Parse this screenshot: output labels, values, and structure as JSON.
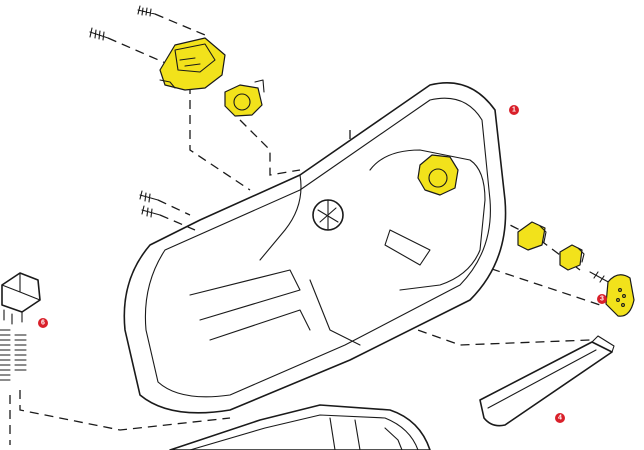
{
  "colors": {
    "highlight": "#f2e21b",
    "callout": "#d9202a",
    "line": "#1a1a1a"
  },
  "callouts": [
    {
      "id": "1",
      "label": "1"
    },
    {
      "id": "3",
      "label": "3"
    },
    {
      "id": "4",
      "label": "4"
    },
    {
      "id": "6",
      "label": "6"
    }
  ]
}
